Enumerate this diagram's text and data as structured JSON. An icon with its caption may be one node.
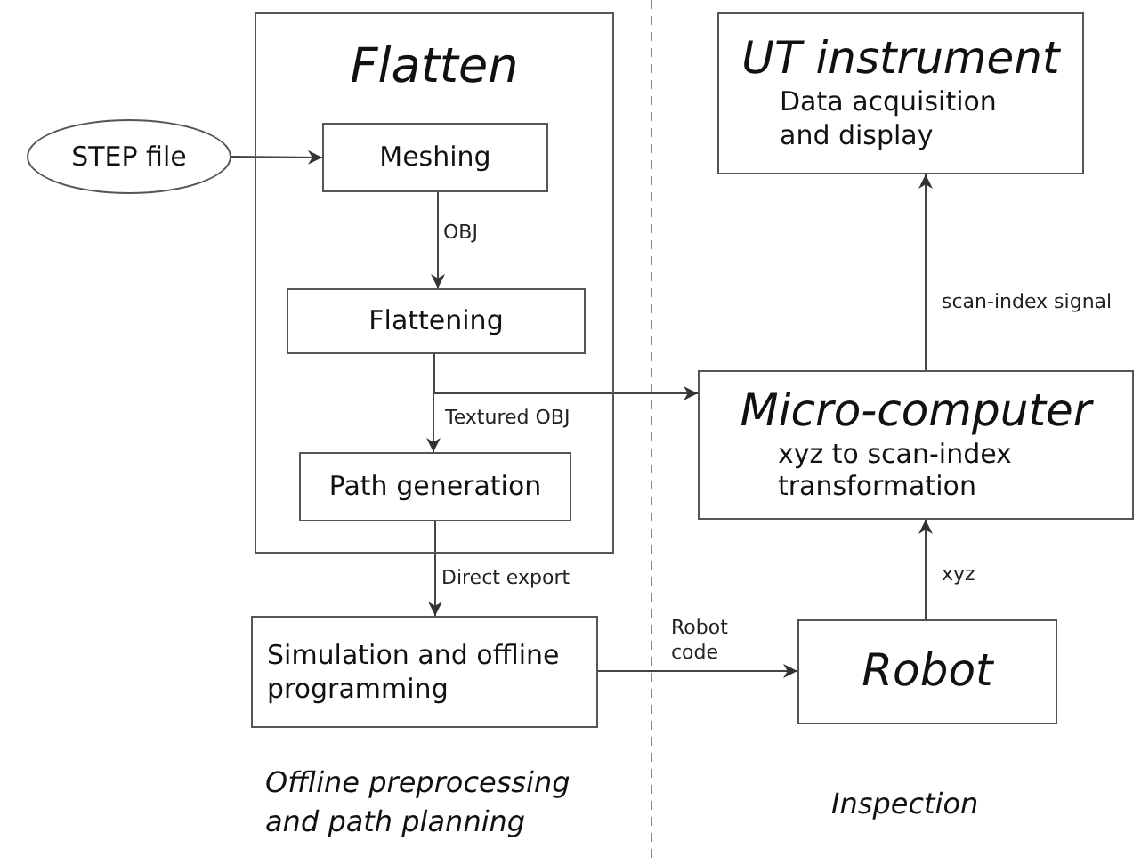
{
  "diagram": {
    "nodes": [
      {
        "text": [
          "Flatten"
        ]
      },
      {
        "text": [
          "STEP file"
        ]
      },
      {
        "text": [
          "Meshing"
        ],
        "in": 0
      },
      {
        "text": [
          "Flattening"
        ],
        "in": 0
      },
      {
        "text": [
          "Path generation"
        ],
        "in": 0
      },
      {
        "text": [
          "Simulation and offline programming"
        ]
      },
      {
        "text": [
          "UT instrument",
          "Data acquisition and display"
        ]
      },
      {
        "text": [
          "Micro-computer",
          "xyz to scan-index transformation"
        ]
      },
      {
        "text": [
          "Robot"
        ]
      }
    ],
    "edges": [
      {
        "from": 1,
        "to": 2,
        "arrow": "to"
      },
      {
        "from": 2,
        "to": 3,
        "arrow": "to",
        "label": "OBJ"
      },
      {
        "from": 3,
        "to": 4,
        "arrow": "to",
        "label": "Textured OBJ"
      },
      {
        "from": 3,
        "to": 7,
        "arrow": "to"
      },
      {
        "from": 4,
        "to": 5,
        "arrow": "to",
        "label": "Direct export"
      },
      {
        "from": 5,
        "to": 8,
        "arrow": "to",
        "label": "Robot code"
      },
      {
        "from": 8,
        "to": 7,
        "arrow": "to",
        "label": "xyz"
      },
      {
        "from": 7,
        "to": 6,
        "arrow": "to",
        "label": "scan-index signal"
      }
    ],
    "labels": [
      "Offline preprocessing and path planning",
      "Inspection"
    ]
  }
}
